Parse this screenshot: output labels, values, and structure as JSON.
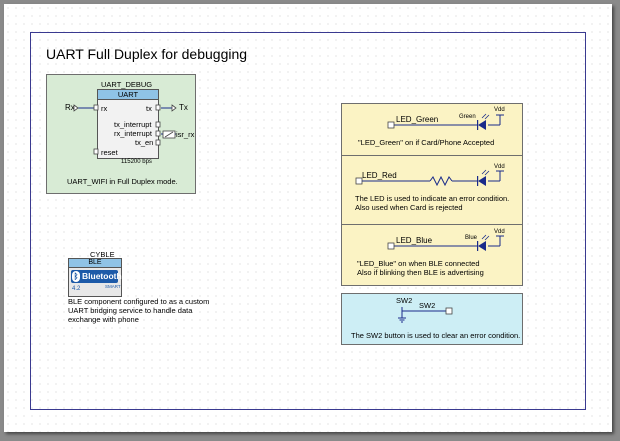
{
  "sheet_title": "UART Full Duplex for debugging",
  "uart": {
    "instance": "UART_DEBUG",
    "type": "UART",
    "pins": {
      "rx": "rx",
      "tx": "tx",
      "tx_interrupt": "tx_interrupt",
      "rx_interrupt": "rx_interrupt",
      "tx_en": "tx_en",
      "reset": "reset"
    },
    "baud": "115200 bps",
    "port_rx": "Rx",
    "port_tx": "Tx",
    "isr": "isr_rx",
    "caption": "UART_WIFI in Full Duplex mode."
  },
  "ble": {
    "instance": "CYBLE",
    "type": "BLE",
    "logo": "Bluetooth",
    "logo_sub": "SMART",
    "version": "4.2",
    "caption": [
      "BLE component configured to as a custom",
      "UART bridging service to handle data",
      "exchange with phone"
    ]
  },
  "leds": [
    {
      "pin": "LED_Green",
      "led": "Green",
      "supply": "Vdd",
      "caption": [
        "\"LED_Green\" on if Card/Phone Accepted"
      ]
    },
    {
      "pin": "LED_Red",
      "supply": "Vdd",
      "caption": [
        "The LED is used to indicate an error condition.",
        "Also used when Card is rejected"
      ]
    },
    {
      "pin": "LED_Blue",
      "led": "Blue",
      "supply": "Vdd",
      "caption": [
        "\"LED_Blue\" on when BLE connected",
        "Also if blinking then BLE is advertising"
      ]
    }
  ],
  "sw2": {
    "label_top": "SW2",
    "pin": "SW2",
    "caption": "The SW2 button is used to clear an error condition."
  },
  "colors": {
    "uart_fill": "#d8ebd5",
    "led_fill": "#fbf3c4",
    "sw_fill": "#cdeef5",
    "header_blue": "#8fc3e6",
    "wire_blue": "#1a2b8a",
    "frame": "#3a3a90"
  }
}
